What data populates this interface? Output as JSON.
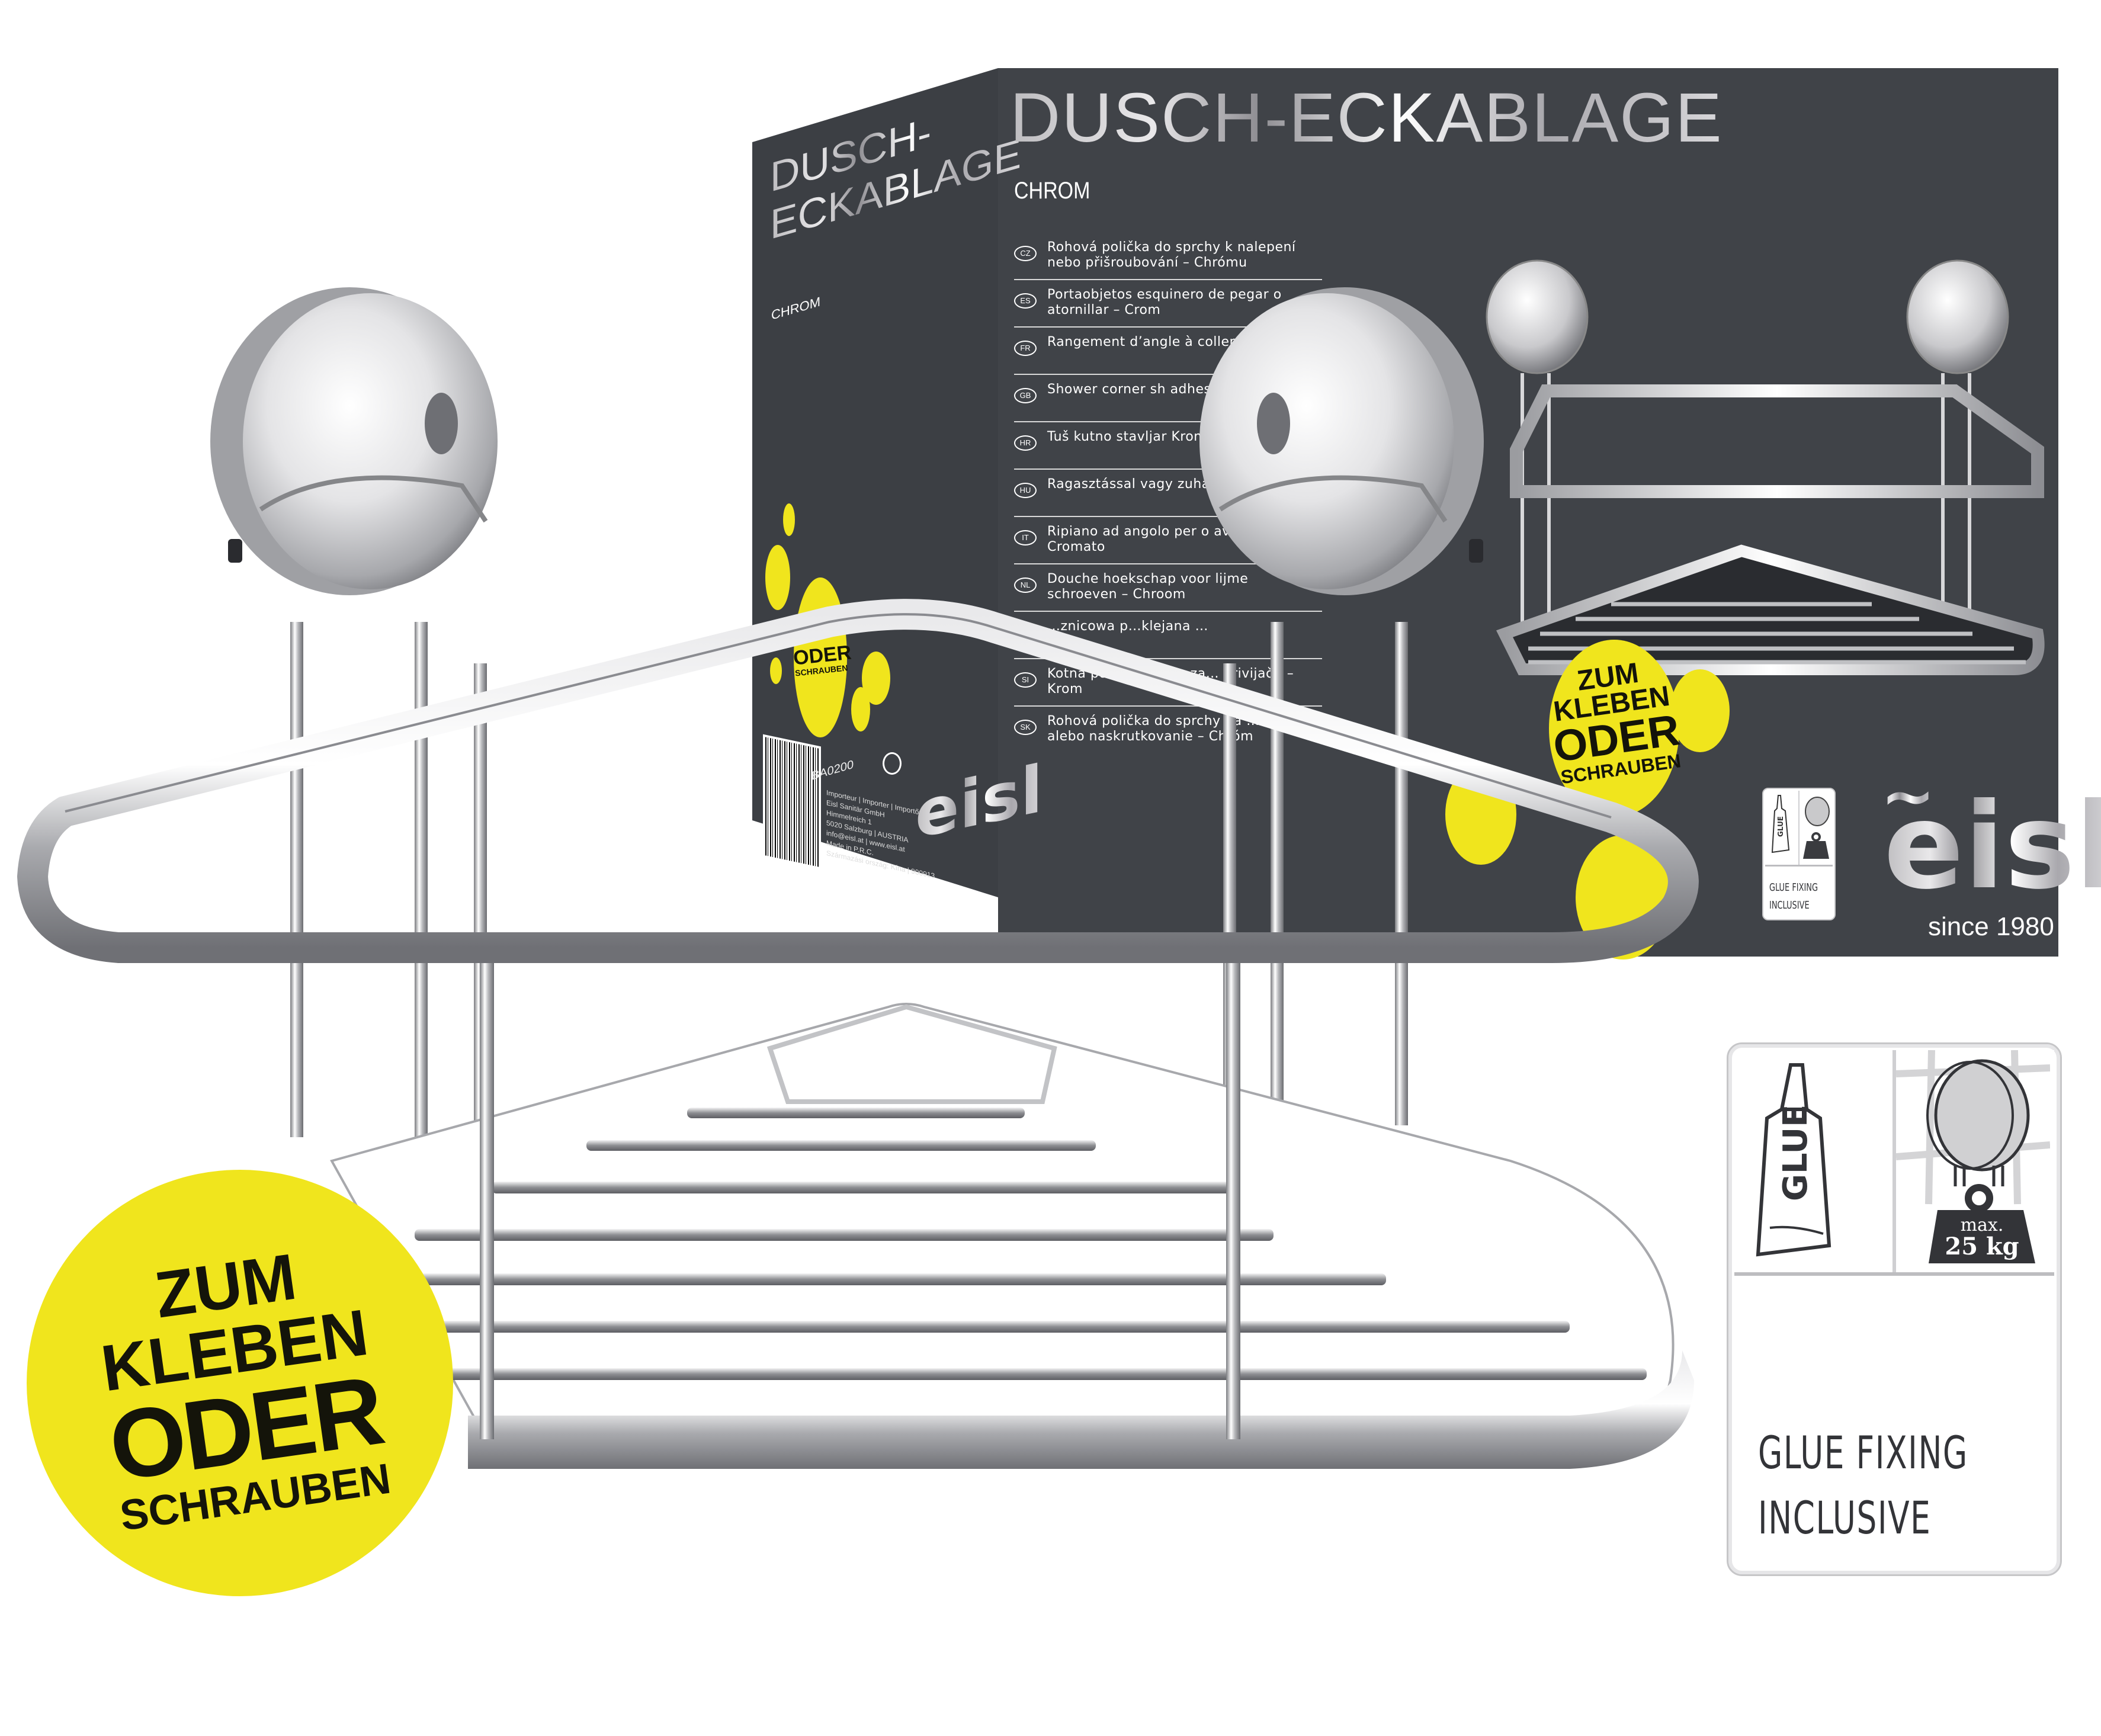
{
  "product": {
    "title": "DUSCH-ECKABLAGE",
    "subtitle": "CHROM",
    "side_title_line1": "DUSCH-",
    "side_title_line2": "ECKABLAGE",
    "side_subtitle": "CHROM",
    "article_number": "BA0200"
  },
  "languages": [
    {
      "code": "CZ",
      "text": "Rohová polička do sprchy k nalepení nebo přišroubování – Chrómu"
    },
    {
      "code": "ES",
      "text": "Portaobjetos esquinero de pegar o atornillar – Crom"
    },
    {
      "code": "FR",
      "text": "Rangement d’angle à coller ou visser –"
    },
    {
      "code": "GB",
      "text": "Shower corner sh adhesive or screw"
    },
    {
      "code": "HR",
      "text": "Tuš kutno stavljar Krom"
    },
    {
      "code": "HU",
      "text": "Ragasztással vagy zuhany sarokpolc –"
    },
    {
      "code": "IT",
      "text": "Ripiano ad angolo per o avvitabile – Cromato"
    },
    {
      "code": "NL",
      "text": "Douche hoekschap voor lijme schroeven – Chroom"
    },
    {
      "code": "PL",
      "text": "…znicowa p…klejana …"
    },
    {
      "code": "SI",
      "text": "Kotna polica za prho za… privijačit – Krom"
    },
    {
      "code": "SK",
      "text": "Rohová polička do sprchy na …epenie alebo naskrutkovanie – Chróm"
    }
  ],
  "imprint": {
    "lines": [
      "Importeur | Importer | Importőr:",
      "Eisl Sanitär GmbH",
      "Himmelreich 1",
      "5020 Salzburg | AUSTRIA",
      "info@eisl.at | www.eisl.at",
      "Made in P.R.C.",
      "Származási ország: Kína | 900913"
    ],
    "barcode": "9 002580 799074"
  },
  "brand": {
    "logo": "eisl",
    "tagline": "since 1980"
  },
  "badge": {
    "line1": "ZUM",
    "line2": "KLEBEN",
    "line3": "ODER",
    "line4": "SCHRAUBEN"
  },
  "glue_badge": {
    "tube_label": "GLUE",
    "weight_line1": "max.",
    "weight_line2": "25 kg",
    "caption_line1": "GLUE FIXING",
    "caption_line2": "INCLUSIVE"
  },
  "colors": {
    "box": "#404348",
    "yellow": "#f0e51d",
    "badge_text": "#14140a",
    "chrome_light": "#f4f4f6",
    "chrome_dark": "#6d6e73"
  }
}
